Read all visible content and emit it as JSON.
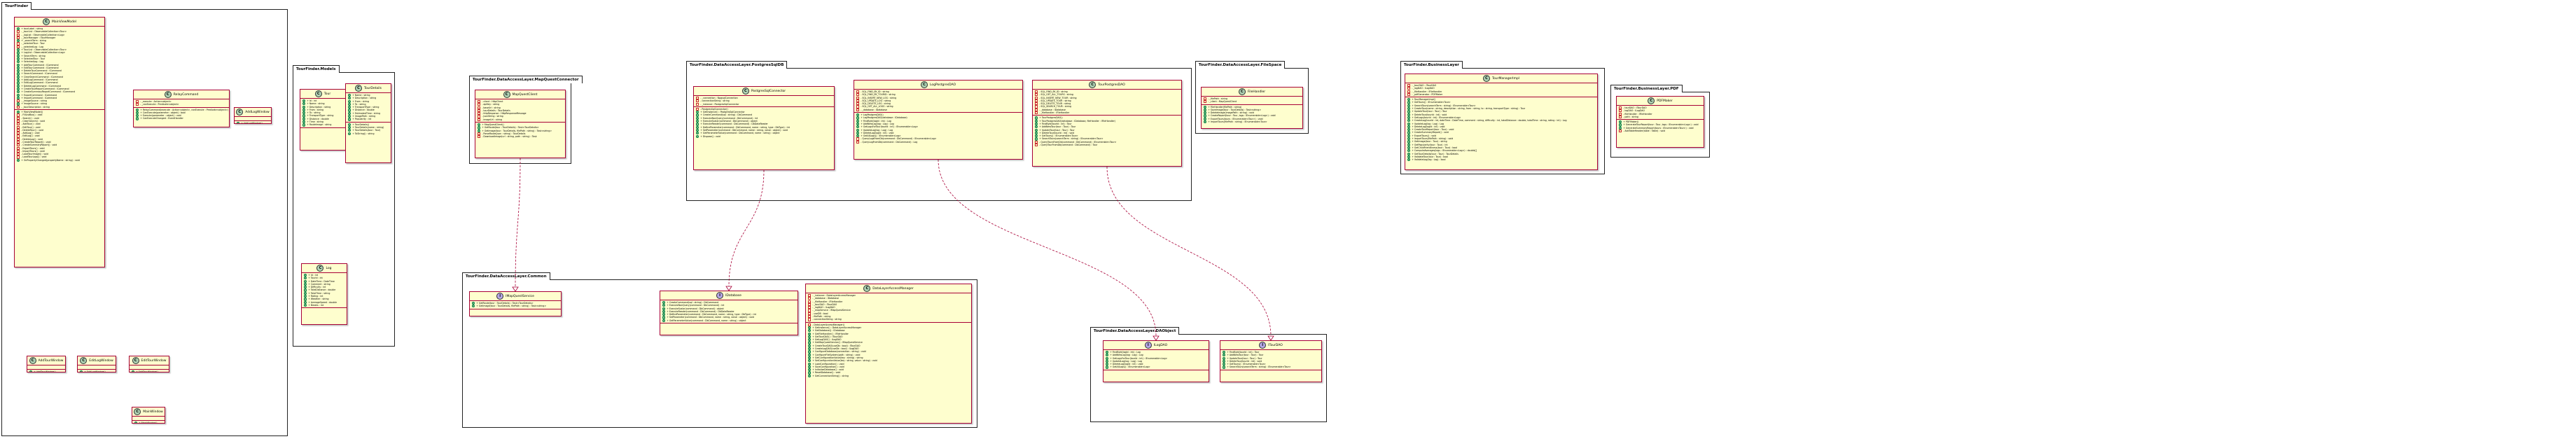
{
  "packages": [
    {
      "id": "p1",
      "label": "TourFinder"
    },
    {
      "id": "p2",
      "label": "TourFinder.Models"
    },
    {
      "id": "p3",
      "label": "TourFinder.DataAccessLayer.MapQuestConnector"
    },
    {
      "id": "p4",
      "label": "TourFinder.DataAccessLayer.PostgresSqlDB"
    },
    {
      "id": "p5",
      "label": "TourFinder.DataAccessLayer.FileSpace"
    },
    {
      "id": "p6",
      "label": "TourFinder.BusinessLayer"
    },
    {
      "id": "p7",
      "label": "TourFinder.BusinessLayer.PDF"
    },
    {
      "id": "p8",
      "label": "TourFinder.DataAccessLayer.Common"
    },
    {
      "id": "p9",
      "label": "TourFinder.DataAccessLayer.DAObject"
    }
  ],
  "classes": [
    {
      "id": "MainViewModel",
      "kind": "C",
      "name": "MainViewModel",
      "sections": [
        [
          "+ tourLabel : string",
          "- _tourList : ObservableCollection<Tour>",
          "- _logList : ObservableCollection<Log>",
          "- _tourManager : ITourManager",
          "+ _searchTerm : string",
          "- _selectedTour : Tour",
          "- _selectedLog : Log",
          "+ TourList : ObservableCollection<Tour>",
          "+ LogList : ObservableCollection<Log>",
          "+ SearchTerm : string",
          "+ SelectedTour : Tour",
          "+ SelectedLog : Log",
          "+ AddTourCommand : ICommand",
          "+ EditTourCommand : ICommand",
          "+ DeleteTourCommand : ICommand",
          "+ SearchCommand : ICommand",
          "+ ClearSearchCommand : ICommand",
          "+ AddLogCommand : ICommand",
          "+ EditLogCommand : ICommand",
          "+ DeleteLogCommand : ICommand",
          "+ CreateTourReportCommand : ICommand",
          "+ CreateSummaryReportCommand : ICommand",
          "+ ExportCommand : ICommand",
          "+ ImportCommand : ICommand",
          "- _imageSource : string",
          "+ ImageSource : string",
          "- _tourDescription : string"
        ],
        [
          "+ MainViewModel()",
          "- FillListBox() : void",
          "- Search() : void",
          "- ClearSearch() : void",
          "- AddTour() : void",
          "- EditTour() : void",
          "- DeleteTour() : void",
          "- AddLog() : void",
          "- EditLog() : void",
          "- DeleteLog() : void",
          "- CreateTourReport() : void",
          "- CreateSummaryReport() : void",
          "- ExportTours() : void",
          "- ImportTours() : void",
          "- LoadTourImage() : void",
          "- LoadTourLogs() : void",
          "+ OnPropertyChanged(propertyName : string) : void"
        ]
      ]
    },
    {
      "id": "RelayCommand",
      "kind": "C",
      "name": "RelayCommand",
      "sections": [
        [
          "- _execute : Action<object>",
          "- _canExecute : Predicate<object>"
        ],
        [
          "+ RelayCommand(execute : Action<object>, canExecute : Predicate<object>)",
          "+ CanExecute(parameter : object) : bool",
          "+ Execute(parameter : object) : void",
          "+ CanExecuteChanged : EventHandler"
        ]
      ]
    },
    {
      "id": "AddLogWindow",
      "kind": "C",
      "name": "AddLogWindow",
      "sections": [
        [],
        [
          "+ AddLogWindow()"
        ]
      ]
    },
    {
      "id": "AddTourWindow",
      "kind": "C",
      "name": "AddTourWindow",
      "sections": [
        [],
        [
          "+ AddTourWindow()"
        ]
      ]
    },
    {
      "id": "EditLogWindow",
      "kind": "C",
      "name": "EditLogWindow",
      "sections": [
        [],
        [
          "+ EditLogWindow()"
        ]
      ]
    },
    {
      "id": "EditTourWindow",
      "kind": "C",
      "name": "EditTourWindow",
      "sections": [
        [],
        [
          "+ EditTourWindow()"
        ]
      ]
    },
    {
      "id": "MainWindow",
      "kind": "C",
      "name": "MainWindow",
      "sections": [
        [],
        [
          "+ MainWindow()"
        ]
      ]
    },
    {
      "id": "Tour",
      "kind": "C",
      "name": "Tour",
      "sections": [
        [
          "+ Id : int",
          "+ Name : string",
          "+ Description : string",
          "+ From : string",
          "+ To : string",
          "+ TransportType : string",
          "+ Distance : double",
          "+ Time : string",
          "+ RouteImage : string"
        ],
        []
      ]
    },
    {
      "id": "TourDetails",
      "kind": "C",
      "name": "TourDetails",
      "sections": [
        [
          "+ Name : string",
          "+ Description : string",
          "+ From : string",
          "+ To : string",
          "+ TransportType : string",
          "+ Distance : double",
          "+ EstimatedTime : string",
          "+ ImagePath : string",
          "+ Popularity : int"
        ],
        [
          "+ TourDetails()",
          "+ TourDetails(name : string)",
          "+ TourDetails(tour : Tour)",
          "+ ToString() : string"
        ]
      ]
    },
    {
      "id": "Log",
      "kind": "C",
      "name": "Log",
      "sections": [
        [
          "+ Id : int",
          "+ TourId : int",
          "+ DateTime : DateTime",
          "+ Comment : string",
          "+ Difficulty : int",
          "+ TotalDistance : double",
          "+ TotalTime : string",
          "+ Rating : int",
          "+ Weather : string",
          "+ AverageSpeed : double",
          "+ Breaks : int"
        ],
        []
      ]
    },
    {
      "id": "MapQuestClient",
      "kind": "C",
      "name": "MapQuestClient",
      "sections": [
        [
          "- client : HttpClient",
          "- apiKey : string",
          "- baseUrl : string",
          "- tourDetails : TourDetails",
          "- httpResponse : HttpResponseMessage",
          "- jsonString : string",
          "- imageUrl : string"
        ],
        [
          "+ MapQuestClient()",
          "+ GetRoute(tour : TourDetails) : Task<TourDetails>",
          "+ GetImage(tour : TourDetails, filePath : string) : Task<string>",
          "- ParseRoute(json : string) : TourDetails",
          "- DownloadImage(url : string, path : string) : Task"
        ]
      ]
    },
    {
      "id": "PostgresSqlConnector",
      "kind": "C",
      "name": "PostgresSqlConnector",
      "sections": [
        [
          "- _connection : NpgsqlConnection",
          "- connectionString : string",
          "- _instance : PostgresSqlConnector"
        ],
        [
          "- PostgresSqlConnector()",
          "+ GetInstance() : PostgresSqlConnector",
          "+ CreateCommand(sql : string) : DbCommand",
          "+ ExecuteNonQuery(command : DbCommand) : int",
          "+ ExecuteScalar(command : DbCommand) : object",
          "+ ExecuteReader(command : DbCommand) : DbDataReader",
          "+ DefineParameter(command : DbCommand, name : string, type : DbType) : int",
          "+ SetParameter(command : DbCommand, name : string, value : object) : void",
          "+ GetParameterValue(command : DbCommand, name : string) : object",
          "+ Dispose() : void"
        ]
      ]
    },
    {
      "id": "LogPostgresDAO",
      "kind": "C",
      "name": "LogPostgresDAO",
      "sections": [
        [
          "- SQL_FIND_BY_ID : string",
          "- SQL_FIND_BY_TOURID : string",
          "- SQL_INSERT_NEW_LOG : string",
          "- SQL_UPDATE_LOG : string",
          "- SQL_DELETE_LOG : string",
          "- SQL_GET_ALL_LOGS : string",
          "- _database : IDatabase"
        ],
        [
          "+ LogPostgresDAO()",
          "+ LogPostgresDAO(database : IDatabase)",
          "+ FindById(logId : int) : Log",
          "+ AddNewLog(log : Log) : Log",
          "+ GetLogsForTour(tourId : int) : IEnumerable<Log>",
          "+ UpdateLog(log : Log) : Log",
          "+ DeleteLog(logId : int) : void",
          "+ GetAllLogs() : IEnumerable<Log>",
          "- QueryLogsFromDb(command : DbCommand) : IEnumerable<Log>",
          "- QueryLogFromDb(command : DbCommand) : Log"
        ]
      ]
    },
    {
      "id": "TourPostgresDAO",
      "kind": "C",
      "name": "TourPostgresDAO",
      "sections": [
        [
          "- SQL_FIND_BY_ID : string",
          "- SQL_GET_ALL_TOURS : string",
          "- SQL_INSERT_NEW_TOUR : string",
          "- SQL_UPDATE_TOUR : string",
          "- SQL_DELETE_TOUR : string",
          "- SQL_SEARCH_TOUR : string",
          "- _database : IDatabase",
          "- _fileHandler : IFileHandler"
        ],
        [
          "+ TourPostgresDAO()",
          "+ TourPostgresDAO(database : IDatabase, fileHandler : IFileHandler)",
          "+ FindById(tourId : int) : Tour",
          "+ AddNewTour(tour : Tour) : Tour",
          "+ UpdateTour(tour : Tour) : Tour",
          "+ DeleteTour(tourId : int) : void",
          "+ GetTours() : IEnumerable<Tour>",
          "+ SearchTours(searchTerm : string) : IEnumerable<Tour>",
          "- QueryToursFromDb(command : DbCommand) : IEnumerable<Tour>",
          "- QueryTourFromDb(command : DbCommand) : Tour"
        ]
      ]
    },
    {
      "id": "FileHandler",
      "kind": "C",
      "name": "FileHandler",
      "sections": [
        [
          "- _filePath : string",
          "- _client : MapQuestClient"
        ],
        [
          "+ FileHandler(filePath : string)",
          "+ SaveImage(tour : TourDetails) : Task<string>",
          "+ DeleteImage(imagePath : string) : void",
          "+ CreateReport(tour : Tour, logs : IEnumerable<Log>) : void",
          "+ ExportTours(tours : IEnumerable<Tour>) : void",
          "+ ImportTours(filePath : string) : IEnumerable<Tour>"
        ]
      ]
    },
    {
      "id": "TourManagerImpl",
      "kind": "C",
      "name": "TourManagerImpl",
      "sections": [
        [
          "- _tourDAO : ITourDAO",
          "- _logDAO : ILogDAO",
          "- _fileHandler : IFileHandler",
          "- _pdfGenerator : PDFMaker"
        ],
        [
          "+ TourManagerImpl()",
          "+ GetTours() : IEnumerable<Tour>",
          "+ SearchTours(searchTerm : string) : IEnumerable<Tour>",
          "+ CreateTour(name : string, description : string, from : string, to : string, transportType : string) : Tour",
          "+ UpdateTour(tour : Tour) : Tour",
          "+ DeleteTour(tourId : int) : void",
          "+ GetLogs(tourId : int) : IEnumerable<Log>",
          "+ CreateLog(tourId : int, dateTime : DateTime, comment : string, difficulty : int, totalDistance : double, totalTime : string, rating : int) : Log",
          "+ UpdateLog(log : Log) : Log",
          "+ DeleteLog(logId : int) : void",
          "+ CreateTourReport(tour : Tour) : void",
          "+ CreateSummaryReport() : void",
          "+ ExportTours() : void",
          "+ ImportTours(filePath : string) : void",
          "+ GetImage(tour : Tour) : string",
          "+ GetPopularity(tour : Tour) : int",
          "+ GetChildFriendliness(tour : Tour) : bool",
          "+ ComputeAverages(logs : IEnumerable<Log>) : double[]",
          "+ GetTourDetails(tour : Tour) : TourDetails",
          "+ ValidateTour(tour : Tour) : bool",
          "+ ValidateLog(log : Log) : bool"
        ]
      ]
    },
    {
      "id": "PDFMaker",
      "kind": "C",
      "name": "PDFMaker",
      "sections": [
        [
          "- tourDAO : ITourDAO",
          "- logDAO : ILogDAO",
          "- fileHandler : IFileHandler",
          "- path : string"
        ],
        [
          "+ PDFMaker()",
          "+ GenerateTourReport(tour : Tour, logs : IEnumerable<Log>) : void",
          "+ GenerateSummaryReport(tours : IEnumerable<Tour>) : void",
          "- AddTableHeader(table : Table) : void"
        ]
      ]
    },
    {
      "id": "IDatabase",
      "kind": "I",
      "name": "IDatabase",
      "sections": [
        [
          "+ CreateCommand(sql : string) : DbCommand",
          "+ ExecuteNonQuery(command : DbCommand) : int",
          "+ ExecuteScalar(command : DbCommand) : object",
          "+ ExecuteReader(command : DbCommand) : DbDataReader",
          "+ DefineParameter(command : DbCommand, name : string, type : DbType) : int",
          "+ SetParameter(command : DbCommand, name : string, value : object) : void",
          "+ GetParameterValue(command : DbCommand, name : string) : object"
        ],
        []
      ]
    },
    {
      "id": "IMapQuestService",
      "kind": "I",
      "name": "IMapQuestService",
      "sections": [
        [
          "+ GetRoute(tour : TourDetails) : Task<TourDetails>",
          "+ GetImage(tour : TourDetails, filePath : string) : Task<string>"
        ],
        []
      ]
    },
    {
      "id": "DataLayerAccessManager",
      "kind": "C",
      "name": "DataLayerAccessManager",
      "sections": [
        [
          "- _instance : DataLayerAccessManager",
          "- _database : IDatabase",
          "- _fileHandler : IFileHandler",
          "- _tourDAO : ITourDAO",
          "- _logDAO : ILogDAO",
          "- _mapService : IMapQuestService",
          "- useDB : bool",
          "- filePath : string",
          "- connectionString : string"
        ],
        [
          "- DataLayerAccessManager()",
          "+ GetInstance() : DataLayerAccessManager",
          "+ GetDatabase() : IDatabase",
          "+ GetFileHandler() : IFileHandler",
          "+ GetTourDAO() : ITourDAO",
          "+ GetLogDAO() : ILogDAO",
          "+ GetMapQuestService() : IMapQuestService",
          "+ CreateTourDAO(useDb : bool) : ITourDAO",
          "+ CreateLogDAO(useDb : bool) : ILogDAO",
          "+ ConfigureDatabase(connection : string) : void",
          "+ ConfigureFileSystem(path : string) : void",
          "+ GetConfigurationValue(key : string) : string",
          "+ SetConfigurationValue(key : string, value : string) : void",
          "+ LoadConfiguration() : void",
          "+ SaveConfiguration() : void",
          "+ InitializeDatabase() : void",
          "+ ResetDatabase() : void",
          "+ GetConnectionString() : string"
        ]
      ]
    },
    {
      "id": "ILogDAO",
      "kind": "I",
      "name": "ILogDAO",
      "sections": [
        [
          "+ FindById(logId : int) : Log",
          "+ AddNewLog(log : Log) : Log",
          "+ GetLogsForTour(tourId : int) : IEnumerable<Log>",
          "+ UpdateLog(log : Log) : Log",
          "+ DeleteLog(logId : int) : void",
          "+ GetAllLogs() : IEnumerable<Log>"
        ],
        []
      ]
    },
    {
      "id": "ITourDAO",
      "kind": "I",
      "name": "ITourDAO",
      "sections": [
        [
          "+ FindById(tourId : int) : Tour",
          "+ AddNewTour(tour : Tour) : Tour",
          "+ UpdateTour(tour : Tour) : Tour",
          "+ DeleteTour(tourId : int) : void",
          "+ GetTours() : IEnumerable<Tour>",
          "+ SearchTours(searchTerm : string) : IEnumerable<Tour>"
        ],
        []
      ]
    }
  ],
  "relations": [
    {
      "from": "MapQuestClient",
      "to": "IMapQuestService",
      "type": "realization"
    },
    {
      "from": "PostgresSqlConnector",
      "to": "IDatabase",
      "type": "realization"
    },
    {
      "from": "LogPostgresDAO",
      "to": "ILogDAO",
      "type": "realization"
    },
    {
      "from": "TourPostgresDAO",
      "to": "ITourDAO",
      "type": "realization"
    }
  ],
  "colors": {
    "class_fill": "#fefece",
    "class_border": "#a80036",
    "class_stereo": "#add1b2",
    "interface_stereo": "#b4a7e5",
    "edge": "#a80036"
  }
}
